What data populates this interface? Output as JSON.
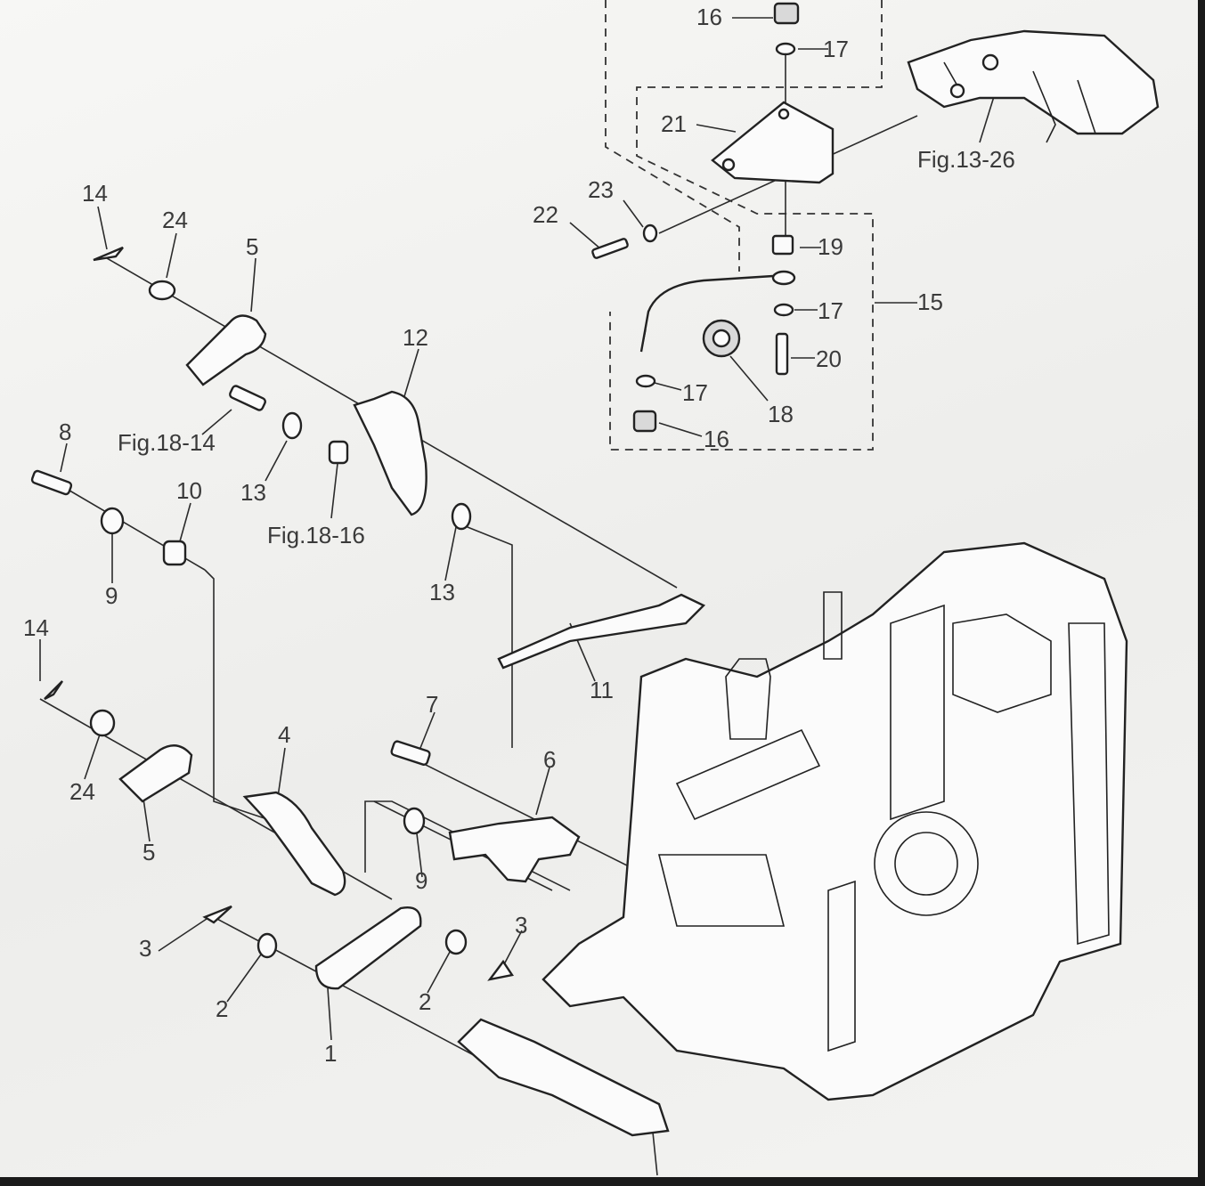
{
  "labels": {
    "l1": "1",
    "l2a": "2",
    "l2b": "2",
    "l3a": "3",
    "l3b": "3",
    "l4": "4",
    "l5a": "5",
    "l5b": "5",
    "l6": "6",
    "l7": "7",
    "l8": "8",
    "l9a": "9",
    "l9b": "9",
    "l10": "10",
    "l11": "11",
    "l12": "12",
    "l13a": "13",
    "l13b": "13",
    "l14a": "14",
    "l14b": "14",
    "l15": "15",
    "l16a": "16",
    "l16b": "16",
    "l17a": "17",
    "l17b": "17",
    "l17c": "17",
    "l18": "18",
    "l19": "19",
    "l20": "20",
    "l21": "21",
    "l22": "22",
    "l23": "23",
    "l24a": "24",
    "l24b": "24"
  },
  "references": {
    "fig_13_26": "Fig.13-26",
    "fig_18_14": "Fig.18-14",
    "fig_18_16": "Fig.18-16"
  }
}
